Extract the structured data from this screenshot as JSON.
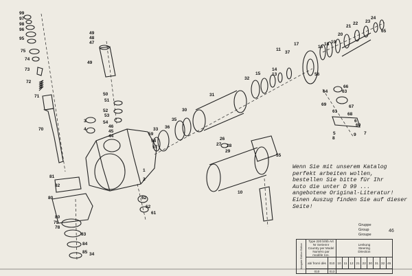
{
  "callouts": [
    "99",
    "97",
    "98",
    "96",
    "95",
    "75",
    "74",
    "73",
    "72",
    "71",
    "70",
    "49",
    "48",
    "47",
    "49",
    "50",
    "51",
    "52",
    "53",
    "54",
    "46",
    "45",
    "44",
    "81",
    "82",
    "80",
    "80",
    "79",
    "78",
    "83",
    "84",
    "85",
    "34",
    "35",
    "33",
    "36",
    "30",
    "31",
    "32",
    "15",
    "14",
    "13",
    "37",
    "11",
    "17",
    "16",
    "18",
    "19",
    "20",
    "21",
    "22",
    "23",
    "24",
    "65",
    "66",
    "63",
    "64",
    "67",
    "68",
    "69",
    "61",
    "60",
    "7",
    "8",
    "5",
    "9",
    "6",
    "26",
    "27",
    "28",
    "29",
    "10",
    "3",
    "4",
    "2",
    "1",
    "62",
    "62",
    "61",
    "59",
    "58",
    "57",
    "56",
    "55",
    "12"
  ],
  "note": {
    "lines": [
      "Wenn Sie mit unserem Katalog",
      "perfekt arbeiten wollen,",
      "bestellen Sie bitte für Ihr",
      "Auto die unter D 99 ...",
      "angebotene Original-Literatur!",
      "Einen Auszug finden Sie auf dieser",
      "Seite!"
    ]
  },
  "group_labels": [
    "Gruppe",
    "Group",
    "Groupe"
  ],
  "page_number": "46",
  "table": {
    "side": "Ausgabe Edition Edition",
    "type_header": "Type 220 b/Sb Art Nr Seriennr Country per Model Numéro par modèle 111.",
    "rows": [
      [
        "010",
        "013"
      ],
      [
        "ab/ from/ dès",
        "010"
      ]
    ],
    "group_title": [
      "Lenkung",
      "Steering",
      "Direction"
    ],
    "subgroups": [
      "10",
      "11",
      "12",
      "21",
      "22",
      "30",
      "31",
      "32",
      "45"
    ]
  }
}
